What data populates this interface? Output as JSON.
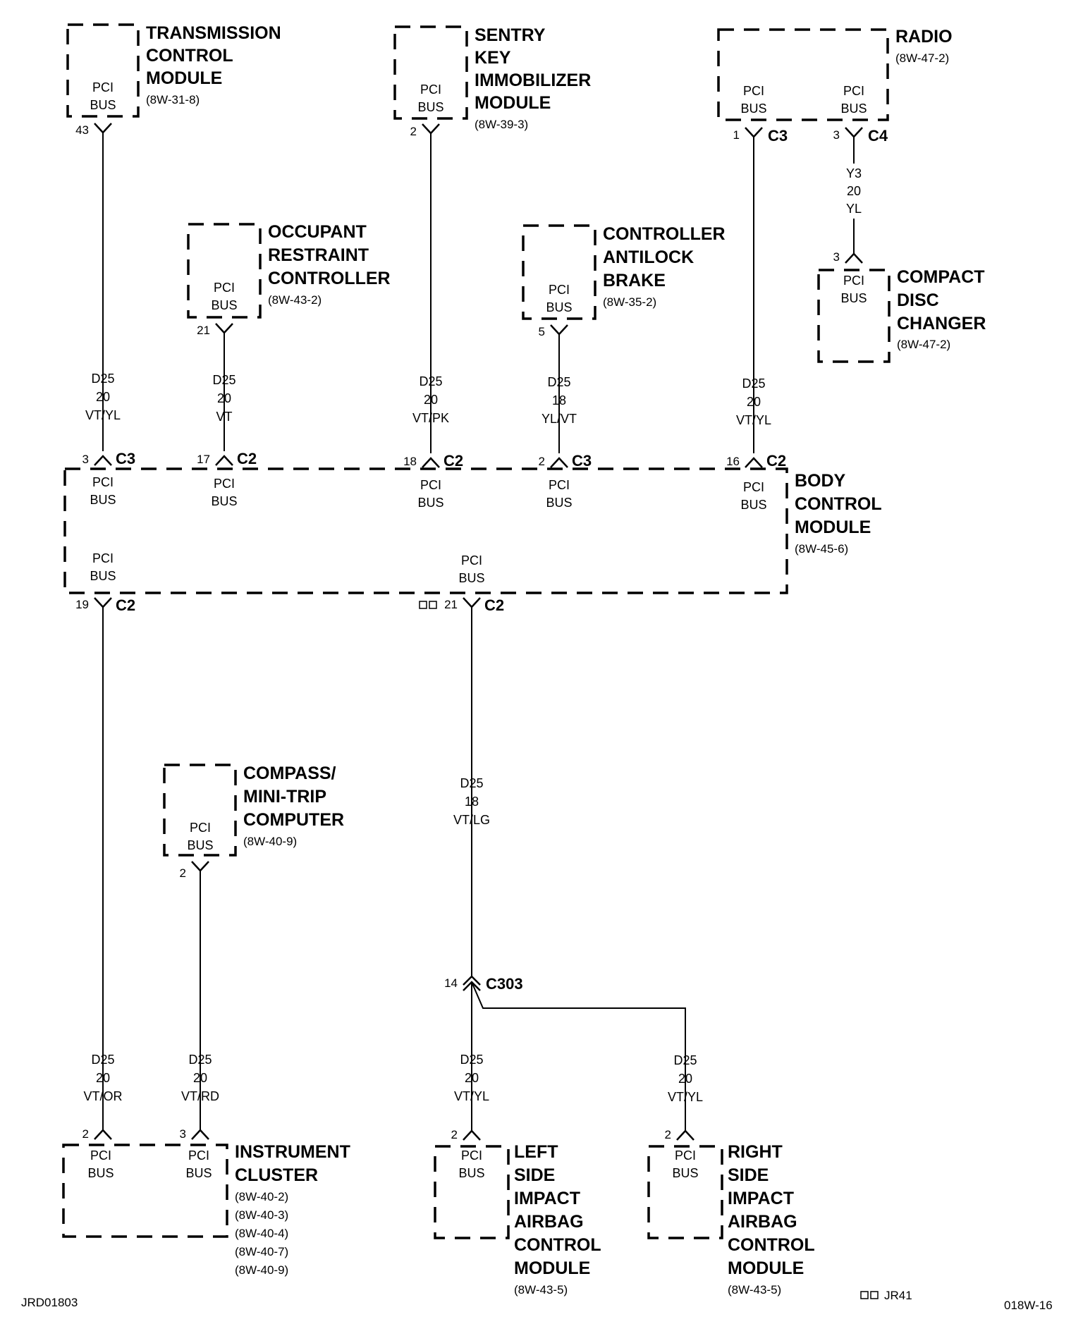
{
  "modules": {
    "transmission": {
      "title": [
        "TRANSMISSION",
        "CONTROL",
        "MODULE"
      ],
      "ref": "(8W-31-8)",
      "bus": [
        "PCI",
        "BUS"
      ],
      "pin": "43"
    },
    "sentry": {
      "title": [
        "SENTRY",
        "KEY",
        "IMMOBILIZER",
        "MODULE"
      ],
      "ref": "(8W-39-3)",
      "bus": [
        "PCI",
        "BUS"
      ],
      "pin": "2"
    },
    "radio": {
      "title": "RADIO",
      "ref": "(8W-47-2)",
      "bus1": [
        "PCI",
        "BUS"
      ],
      "bus2": [
        "PCI",
        "BUS"
      ],
      "pin1": "1",
      "conn1": "C3",
      "pin2": "3",
      "conn2": "C4"
    },
    "occupant": {
      "title": [
        "OCCUPANT",
        "RESTRAINT",
        "CONTROLLER"
      ],
      "ref": "(8W-43-2)",
      "bus": [
        "PCI",
        "BUS"
      ],
      "pin": "21"
    },
    "antilock": {
      "title": [
        "CONTROLLER",
        "ANTILOCK",
        "BRAKE"
      ],
      "ref": "(8W-35-2)",
      "bus": [
        "PCI",
        "BUS"
      ],
      "pin": "5"
    },
    "cd_changer": {
      "title": [
        "COMPACT",
        "DISC",
        "CHANGER"
      ],
      "ref": "(8W-47-2)",
      "bus": [
        "PCI",
        "BUS"
      ],
      "pin": "3"
    },
    "bcm": {
      "title": [
        "BODY",
        "CONTROL",
        "MODULE"
      ],
      "ref": "(8W-45-6)",
      "bus": [
        "PCI",
        "BUS"
      ],
      "top_pins": [
        {
          "pin": "3",
          "conn": "C3"
        },
        {
          "pin": "17",
          "conn": "C2"
        },
        {
          "pin": "18",
          "conn": "C2"
        },
        {
          "pin": "2",
          "conn": "C3"
        },
        {
          "pin": "16",
          "conn": "C2"
        }
      ],
      "bottom_pins": [
        {
          "pin": "19",
          "conn": "C2"
        },
        {
          "pin": "21",
          "conn": "C2"
        }
      ]
    },
    "compass": {
      "title": [
        "COMPASS/",
        "MINI-TRIP",
        "COMPUTER"
      ],
      "ref": "(8W-40-9)",
      "bus": [
        "PCI",
        "BUS"
      ],
      "pin": "2"
    },
    "cluster": {
      "title": [
        "INSTRUMENT",
        "CLUSTER"
      ],
      "refs": [
        "(8W-40-2)",
        "(8W-40-3)",
        "(8W-40-4)",
        "(8W-40-7)",
        "(8W-40-9)"
      ],
      "bus": [
        "PCI",
        "BUS"
      ],
      "pin1": "2",
      "pin2": "3"
    },
    "left_airbag": {
      "title": [
        "LEFT",
        "SIDE",
        "IMPACT",
        "AIRBAG",
        "CONTROL",
        "MODULE"
      ],
      "ref": "(8W-43-5)",
      "bus": [
        "PCI",
        "BUS"
      ],
      "pin": "2"
    },
    "right_airbag": {
      "title": [
        "RIGHT",
        "SIDE",
        "IMPACT",
        "AIRBAG",
        "CONTROL",
        "MODULE"
      ],
      "ref": "(8W-43-5)",
      "bus": [
        "PCI",
        "BUS"
      ],
      "pin": "2"
    }
  },
  "wires": {
    "tcm": [
      "D25",
      "20",
      "VT/YL"
    ],
    "orc": [
      "D25",
      "20",
      "VT"
    ],
    "skim": [
      "D25",
      "20",
      "VT/PK"
    ],
    "cab": [
      "D25",
      "18",
      "YL/VT"
    ],
    "radio": [
      "D25",
      "20",
      "VT/YL"
    ],
    "cdc": [
      "Y3",
      "20",
      "YL"
    ],
    "cluster1": [
      "D25",
      "20",
      "VT/OR"
    ],
    "cluster2": [
      "D25",
      "20",
      "VT/RD"
    ],
    "bcm_c303": [
      "D25",
      "18",
      "VT/LG"
    ],
    "left_airbag": [
      "D25",
      "20",
      "VT/YL"
    ],
    "right_airbag": [
      "D25",
      "20",
      "VT/YL"
    ]
  },
  "splice": {
    "pin": "14",
    "conn": "C303"
  },
  "footer": {
    "left": "JRD01803",
    "legend": "JR41",
    "right": "018W-16"
  }
}
